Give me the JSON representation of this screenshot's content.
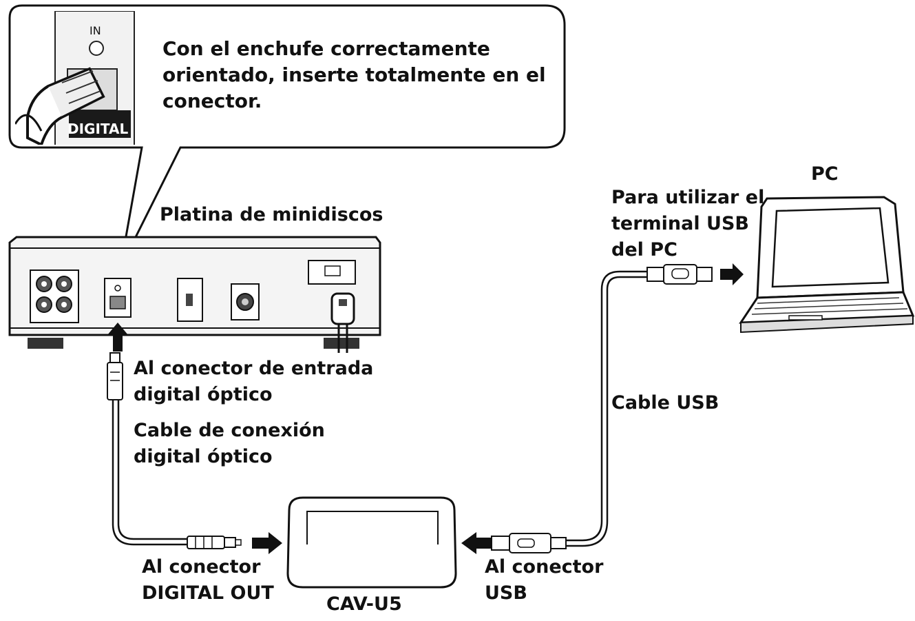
{
  "callout": {
    "inset_in_label": "IN",
    "inset_digital_label": "DIGITAL",
    "lines": [
      "Con el enchufe correctamente",
      "orientado, inserte totalmente en el",
      "conector."
    ]
  },
  "md_deck": {
    "label": "Platina de minidiscos"
  },
  "pc": {
    "label": "PC",
    "usb_terminal_lines": [
      "Para utilizar el",
      "terminal USB",
      "del PC"
    ]
  },
  "optical_input": {
    "lines": [
      "Al conector de entrada",
      "digital óptico"
    ]
  },
  "optical_cable": {
    "lines": [
      "Cable de conexión",
      "digital óptico"
    ]
  },
  "usb_cable": {
    "label": "Cable USB"
  },
  "digital_out": {
    "lines": [
      "Al conector",
      "DIGITAL OUT"
    ]
  },
  "usb_connector": {
    "lines": [
      "Al conector",
      "USB"
    ]
  },
  "cav_unit": {
    "label": "CAV-U5"
  }
}
